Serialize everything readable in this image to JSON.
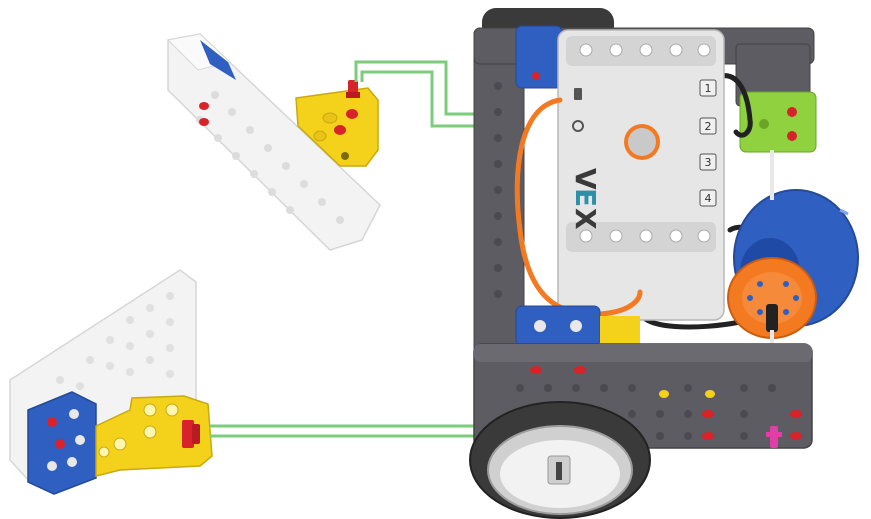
{
  "brand": {
    "logo_letters": [
      "V",
      "E",
      "X"
    ],
    "logo_colors": [
      "#3a3a3a",
      "#2f8fa8",
      "#3a3a3a"
    ]
  },
  "brain": {
    "ports": [
      "1",
      "2",
      "3",
      "4"
    ]
  },
  "colors": {
    "wire": "#7ccc7c",
    "cable_orange": "#f47a22",
    "cable_black": "#222222",
    "yellow_part": "#f4d21c",
    "blue_part": "#2f5fc0",
    "green_part": "#8fd13f",
    "tile_dark": "#5c5c62",
    "wheel_dark": "#3a3a3a",
    "brain_body": "#e6e6e6",
    "peg_red": "#d8232a",
    "peg_pink": "#e03fa8"
  }
}
